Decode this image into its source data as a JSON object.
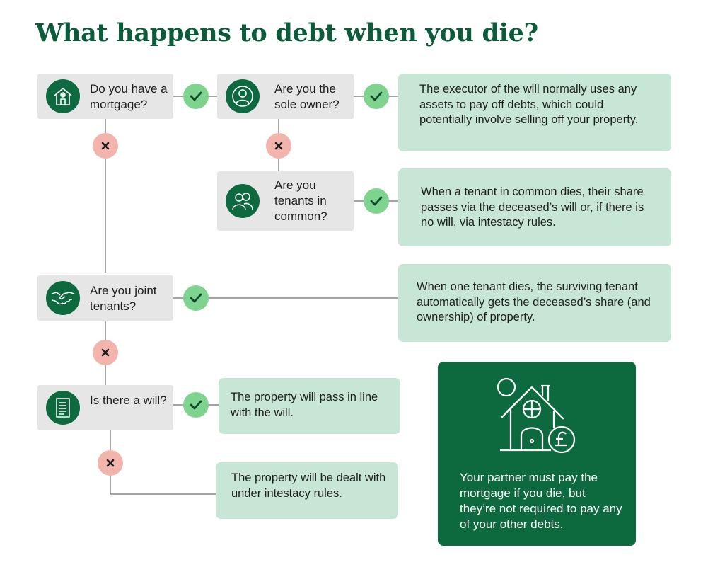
{
  "title": "What happens to debt when you die?",
  "questions": {
    "mortgage": "Do you have a mortgage?",
    "sole_owner": "Are you the sole owner?",
    "tenants_in_common": "Are you tenants in common?",
    "joint_tenants": "Are you joint tenants?",
    "will": "Is there a will?"
  },
  "answers": {
    "sole_owner": "The executor of the will normally uses any assets to pay off debts, which could potentially involve selling off your property.",
    "tenants_in_common": "When a tenant in common dies, their share passes via the deceased’s will or, if there is no will, via intestacy rules.",
    "joint_tenants": "When one tenant dies, the surviving tenant automatically gets the deceased’s share (and ownership) of property.",
    "will_yes": "The property will pass in line with the will.",
    "will_no": "The property will be dealt with under intestacy rules."
  },
  "summary": "Your partner must pay the mortgage if you die, but they’re not required to pay any of your other debts.",
  "icons": {
    "mortgage": "house-icon",
    "sole_owner": "person-icon",
    "tenants_in_common": "couple-icon",
    "joint_tenants": "handshake-icon",
    "will": "document-icon",
    "yes": "check-icon",
    "no": "cross-icon",
    "summary": "house-pound-icon"
  },
  "colors": {
    "title": "#0b5c3a",
    "icon_circle": "#0d6a3f",
    "yes": "#7ed38f",
    "no": "#f2b4ac",
    "question_box": "#e6e6e6",
    "answer_box": "#c7e6d5",
    "summary_box": "#0d6a3f"
  }
}
